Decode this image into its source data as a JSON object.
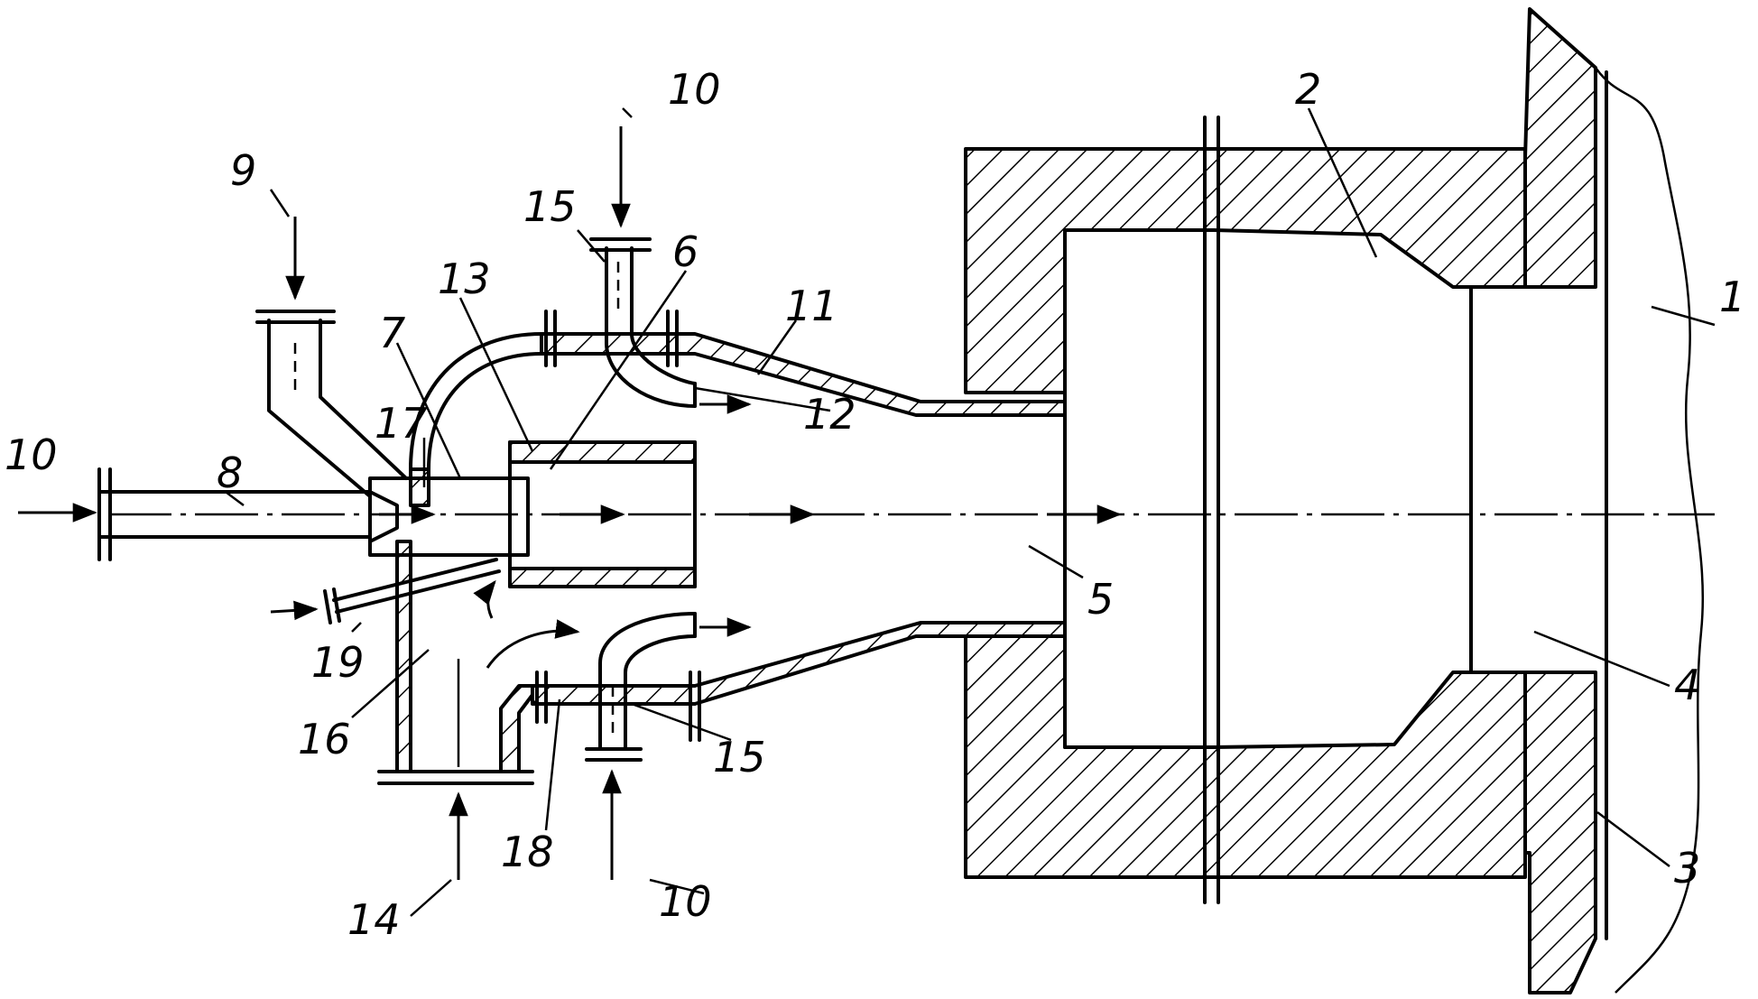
{
  "labels": {
    "l1": "1",
    "l2": "2",
    "l3": "3",
    "l4": "4",
    "l5": "5",
    "l6": "6",
    "l7": "7",
    "l8": "8",
    "l9": "9",
    "l10_top": "10",
    "l10_left": "10",
    "l10_bottom": "10",
    "l11": "11",
    "l12": "12",
    "l13": "13",
    "l14": "14",
    "l15_top": "15",
    "l15_bottom": "15",
    "l16": "16",
    "l17": "17",
    "l18": "18",
    "l19": "19"
  }
}
